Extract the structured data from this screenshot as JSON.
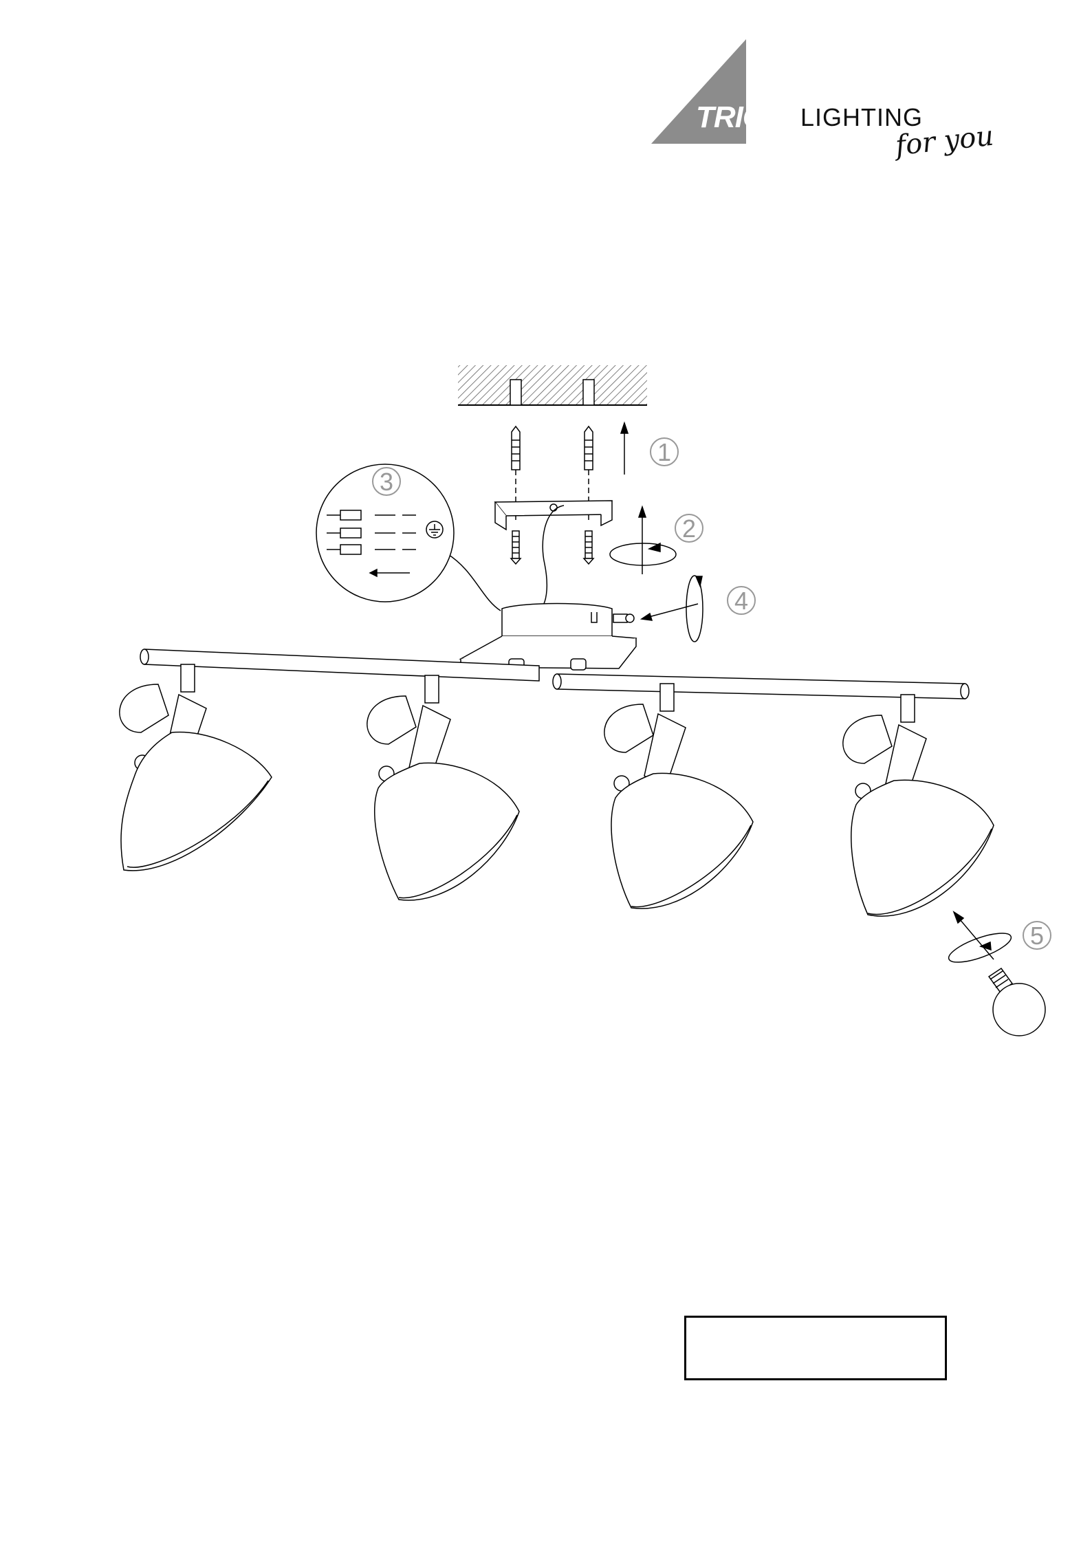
{
  "logo": {
    "brand": "TRIO",
    "word": "LIGHTING",
    "tagline": "for you"
  },
  "steps": [
    "1",
    "2",
    "3",
    "4",
    "5"
  ],
  "colors": {
    "line": "#000000",
    "logo_triangle": "#8c8c8c",
    "step_numbers": "#999999"
  }
}
